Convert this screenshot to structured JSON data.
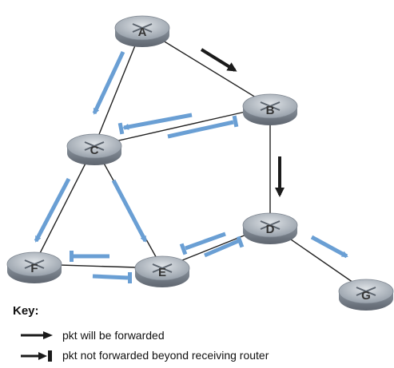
{
  "routers": [
    {
      "id": "A",
      "label": "A"
    },
    {
      "id": "B",
      "label": "B"
    },
    {
      "id": "C",
      "label": "C"
    },
    {
      "id": "D",
      "label": "D"
    },
    {
      "id": "E",
      "label": "E"
    },
    {
      "id": "F",
      "label": "F"
    },
    {
      "id": "G",
      "label": "G"
    }
  ],
  "links": [
    [
      "A",
      "B"
    ],
    [
      "A",
      "C"
    ],
    [
      "B",
      "C"
    ],
    [
      "B",
      "D"
    ],
    [
      "C",
      "E"
    ],
    [
      "C",
      "F"
    ],
    [
      "D",
      "E"
    ],
    [
      "D",
      "G"
    ],
    [
      "E",
      "F"
    ]
  ],
  "key": {
    "title": "Key:",
    "forwarded": "pkt will be forwarded",
    "not_forwarded": "pkt not forwarded beyond receiving router"
  },
  "colors": {
    "flood_arrow": "#6a9fd4",
    "pruned_arrow": "#1b1b1b",
    "router_body": "#9aa3ad"
  }
}
